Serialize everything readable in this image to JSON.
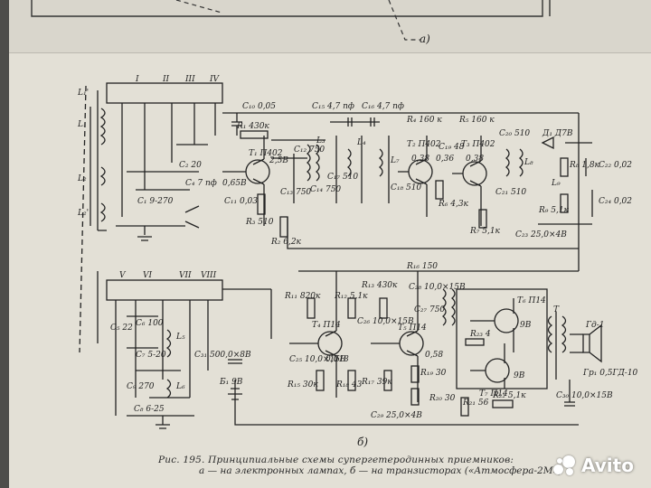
{
  "caption": {
    "line1": "Рис. 195. Принципиальные схемы супергетеродинных приемников:",
    "line2": "а — на электронных лампах, б — на транзисторах («Атмосфера-2М»)"
  },
  "figure_labels": {
    "a": "а)",
    "b": "б)"
  },
  "watermark": {
    "text": "Avito"
  },
  "colors": {
    "paper": "#e3e0d6",
    "ink": "#222222",
    "background": "#4d4d4a"
  },
  "labels": [
    {
      "id": "L1p",
      "text": "L₁'"
    },
    {
      "id": "L1",
      "text": "L₁"
    },
    {
      "id": "L2",
      "text": "L₂"
    },
    {
      "id": "L2p",
      "text": "L₂'"
    },
    {
      "id": "L3",
      "text": "L₃"
    },
    {
      "id": "L4",
      "text": "L₄"
    },
    {
      "id": "L7",
      "text": "L₇"
    },
    {
      "id": "L8",
      "text": "L₈"
    },
    {
      "id": "L9",
      "text": "L₉"
    },
    {
      "id": "sw1",
      "text": "I"
    },
    {
      "id": "sw2",
      "text": "II"
    },
    {
      "id": "sw3",
      "text": "III"
    },
    {
      "id": "sw4",
      "text": "IV"
    },
    {
      "id": "sw5",
      "text": "V"
    },
    {
      "id": "sw6",
      "text": "VI"
    },
    {
      "id": "sw7",
      "text": "VII"
    },
    {
      "id": "sw8",
      "text": "VIII"
    },
    {
      "id": "C10",
      "text": "C₁₀ 0,05"
    },
    {
      "id": "R1",
      "text": "R₁ 430к"
    },
    {
      "id": "T1",
      "text": "T₁ П402"
    },
    {
      "id": "C15",
      "text": "C₁₅ 4,7 пф"
    },
    {
      "id": "C16",
      "text": "C₁₆ 4,7 пф"
    },
    {
      "id": "R4",
      "text": "R₄ 160 к"
    },
    {
      "id": "R5",
      "text": "R₅ 160 к"
    },
    {
      "id": "T2",
      "text": "T₂ П402"
    },
    {
      "id": "T3",
      "text": "T₃ П402"
    },
    {
      "id": "C20",
      "text": "C₂₀ 510"
    },
    {
      "id": "D1",
      "text": "Д₁ Д7В"
    },
    {
      "id": "C22",
      "text": "C₂₂ 0,02"
    },
    {
      "id": "C24",
      "text": "C₂₄ 0,02"
    },
    {
      "id": "R8",
      "text": "R₈ 1,8к"
    },
    {
      "id": "R9",
      "text": "R₉ 5,1к"
    },
    {
      "id": "C2",
      "text": "C₂ 20"
    },
    {
      "id": "C4",
      "text": "C₄ 7 пф"
    },
    {
      "id": "C1",
      "text": "C₁ 9-270"
    },
    {
      "id": "C11",
      "text": "C₁₁ 0,03"
    },
    {
      "id": "R3",
      "text": "R₃ 510"
    },
    {
      "id": "R2",
      "text": "R₂ 6,2к"
    },
    {
      "id": "C12",
      "text": "C₁₂ 750"
    },
    {
      "id": "C13",
      "text": "C₁₃ 750"
    },
    {
      "id": "C14",
      "text": "C₁₄ 750"
    },
    {
      "id": "C17",
      "text": "C₁₇ 510"
    },
    {
      "id": "C18",
      "text": "C₁₈ 510"
    },
    {
      "id": "C19",
      "text": "C₁₉ 48"
    },
    {
      "id": "R6",
      "text": "R₆ 4,3к"
    },
    {
      "id": "C21",
      "text": "C₂₁ 510"
    },
    {
      "id": "R7",
      "text": "R₇ 5,1к"
    },
    {
      "id": "C23",
      "text": "C₂₃ 25,0×4В"
    },
    {
      "id": "R16",
      "text": "R₁₆ 150"
    },
    {
      "id": "R11",
      "text": "R₁₁ 820к"
    },
    {
      "id": "R12",
      "text": "R₁₂ 5,1к"
    },
    {
      "id": "R13",
      "text": "R₁₃ 430к"
    },
    {
      "id": "C28",
      "text": "C₂₈ 10,0×15В"
    },
    {
      "id": "C27",
      "text": "C₂₇ 750"
    },
    {
      "id": "C26",
      "text": "C₂₆ 10,0×15В"
    },
    {
      "id": "T4",
      "text": "T₄ П14"
    },
    {
      "id": "T5",
      "text": "T₅ П14"
    },
    {
      "id": "T6",
      "text": "T₆ П14"
    },
    {
      "id": "T7",
      "text": "T₇ П14"
    },
    {
      "id": "C25",
      "text": "C₂₅ 10,0×15В"
    },
    {
      "id": "R15",
      "text": "R₁₅ 30к"
    },
    {
      "id": "R18",
      "text": "R₁₈ 43"
    },
    {
      "id": "R17",
      "text": "R₁₇ 39к"
    },
    {
      "id": "R19",
      "text": "R₁₉ 30"
    },
    {
      "id": "R20",
      "text": "R₂₀ 30"
    },
    {
      "id": "C29",
      "text": "C₂₉ 25,0×4В"
    },
    {
      "id": "R21",
      "text": "R₂₁ 56"
    },
    {
      "id": "R22",
      "text": "R₂₂ 5,1к"
    },
    {
      "id": "R23",
      "text": "R₂₃ 4"
    },
    {
      "id": "C30",
      "text": "C₃₀ 10,0×15В"
    },
    {
      "id": "Tr",
      "text": "T"
    },
    {
      "id": "Gr1",
      "text": "Гр₁ 0,5ГД-10"
    },
    {
      "id": "Gd1",
      "text": "Гд-1"
    },
    {
      "id": "C31",
      "text": "C₃₁ 500,0×8В"
    },
    {
      "id": "B1",
      "text": "Б₁ 9В"
    },
    {
      "id": "C5",
      "text": "C₅ 22"
    },
    {
      "id": "C6",
      "text": "C₆ 100"
    },
    {
      "id": "C7",
      "text": "C₇ 5-20"
    },
    {
      "id": "C9",
      "text": "C₉ 270"
    },
    {
      "id": "C8",
      "text": "C₈ 6-25"
    },
    {
      "id": "L5",
      "text": "L₅"
    },
    {
      "id": "L6",
      "text": "L₆"
    },
    {
      "id": "v1",
      "text": "0,65В"
    },
    {
      "id": "v2",
      "text": "2,5В"
    },
    {
      "id": "v3",
      "text": "0,38"
    },
    {
      "id": "v4",
      "text": "0,36"
    },
    {
      "id": "v5",
      "text": "0,38"
    },
    {
      "id": "v6",
      "text": "0,018"
    },
    {
      "id": "v7",
      "text": "0,58"
    },
    {
      "id": "v8",
      "text": "9В"
    },
    {
      "id": "v9",
      "text": "9В"
    }
  ]
}
